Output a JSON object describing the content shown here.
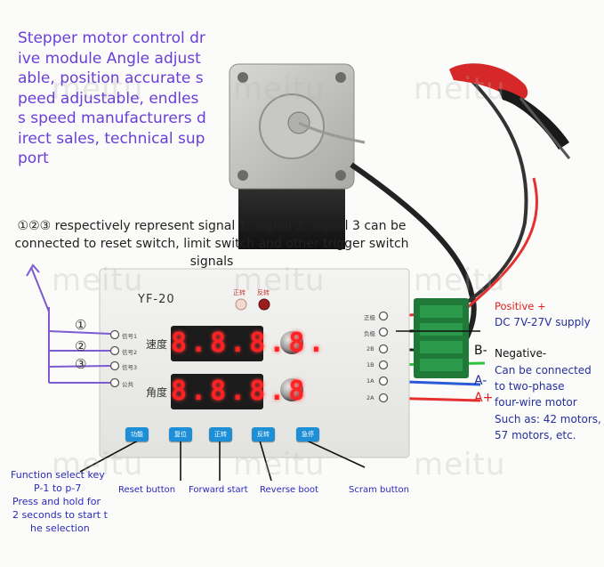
{
  "headline": "Stepper motor control drive module Angle adjustable, position accurate speed adjustable, endless speed manufacturers direct sales, technical support",
  "signal_note": "①②③ respectively represent signal 1, signal 2, signal 3 can be connected to reset switch, limit switch and other trigger switch signals",
  "watermark_text": "meitu",
  "panel": {
    "model": "YF-20",
    "led_forward": "正转",
    "led_reverse": "反转",
    "display_speed_label": "速度",
    "display_angle_label": "角度",
    "display_speed_value": "8.8.8.8.",
    "display_angle_value": "8.8.8.8",
    "markers": [
      "①",
      "②",
      "③"
    ],
    "left_terminals": [
      "信号1",
      "信号2",
      "信号3",
      "公共"
    ],
    "right_terminals": [
      "正极",
      "负极",
      "2B",
      "1B",
      "1A",
      "2A"
    ],
    "buttons": [
      "功能",
      "复位",
      "正转",
      "反转",
      "急停"
    ]
  },
  "wiring": {
    "positive": "Positive +",
    "supply": "DC 7V-27V supply",
    "b_minus": "B-",
    "negative": "Negative-",
    "a_minus": "A-",
    "a_plus": "A+",
    "motor_note": [
      "Can be connected",
      "to two-phase",
      "four-wire motor",
      "Such as: 42 motors,",
      "57 motors, etc."
    ]
  },
  "callouts": {
    "function_key": [
      "Function select key",
      "P-1 to p-7",
      "Press and hold for",
      "2 seconds to start t",
      "he selection"
    ],
    "reset": "Reset button",
    "forward": "Forward start",
    "reverse": "Reverse boot",
    "scram": "Scram button"
  },
  "colors": {
    "headline": "#6a3fd8",
    "button": "#1e8fd6",
    "display_digits": "#ff2222",
    "red_label": "#e02020",
    "navy_label": "#24309c",
    "violet_lines": "#7d5bd0",
    "wire_red": "#e53030",
    "wire_blue": "#2b5bd6",
    "wire_green": "#2fc23a"
  }
}
